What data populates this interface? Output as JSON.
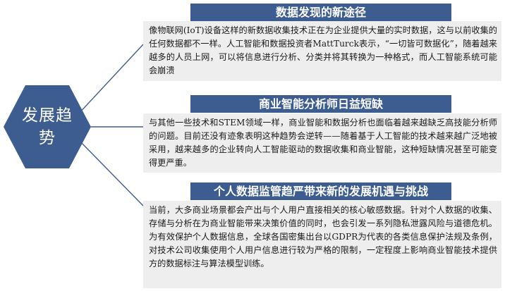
{
  "center": {
    "label": "发展趋势"
  },
  "colors": {
    "accent": "#3d5d91",
    "panel": "#eeeeee",
    "connector": "#3d5d91"
  },
  "sections": [
    {
      "title": "数据发现的新途径",
      "body": "像物联网(IoT)设备这样的新数据收集技术正在为企业提供大量的实时数据，这与以前收集的任何数据都不一样。人工智能和数据投资者MattTurck表示，“一切皆可数据化”，随着越来越多的人员上网，可以将信息进行分析、分类并将其转换为一种格式，而人工智能系统可能会崩溃"
    },
    {
      "title": "商业智能分析师日益短缺",
      "body": "与其他一些技术和STEM领域一样，商业智能和数据分析也面临着越来越缺乏高技能分析师的问题。目前还没有迹象表明这种趋势会逆转——随着基于人工智能的技术越来越广泛地被采用，越来越多的企业转向人工智能驱动的数据收集和商业智能，这种短缺情况甚至可能变得更严重。"
    },
    {
      "title": "个人数据监管趋严带来新的发展机遇与挑战",
      "body": "当前，大多商业场景都会产出与个人用户直接相关的核心敏感数据。针对个人数据的收集、存储与分析在为商业智能带来决策价值的同时，也会引发一系列隐私泄露风险与道德危机。为有效保护个人数据信息，全球各国密集出台以GDPR为代表的各类信息保护法规及条例，对技术公司收集使用个人用户信息进行较为严格的限制，一定程度上影响商业智能技术提供方的数据标注与算法模型训练。"
    }
  ]
}
